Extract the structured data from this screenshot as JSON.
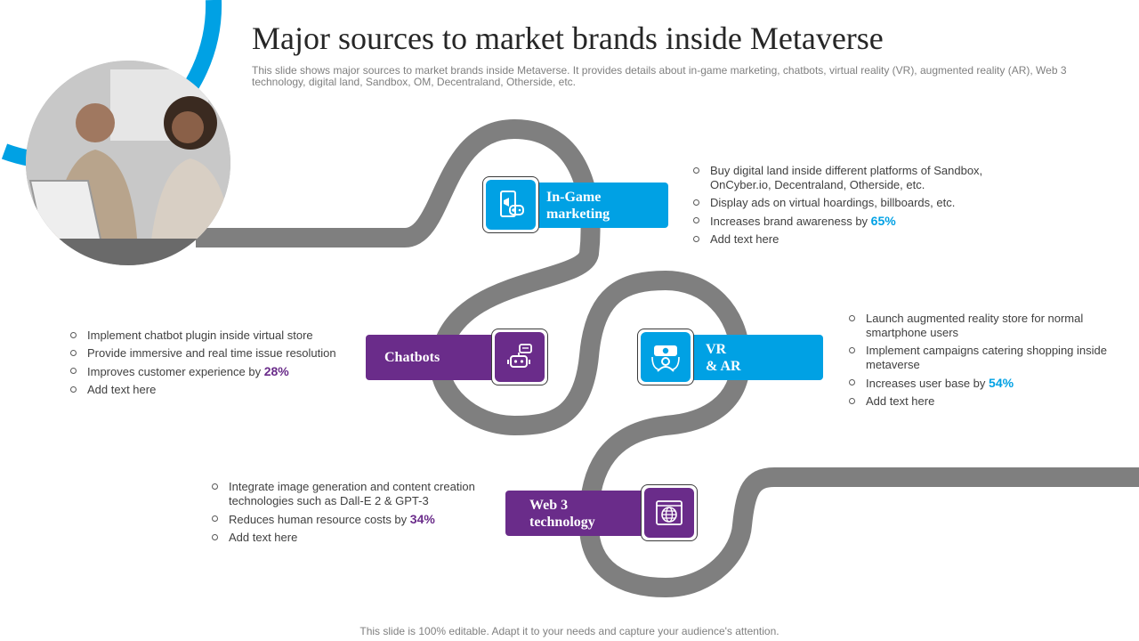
{
  "header": {
    "title": "Major sources to market brands inside Metaverse",
    "subtitle": "This slide shows major sources to market brands inside Metaverse. It provides details about in-game marketing, chatbots, virtual reality (VR),  augmented reality (AR), Web 3 technology, digital land, Sandbox, OM,  Decentraland, Otherside, etc."
  },
  "colors": {
    "blue": "#00a1e4",
    "purple": "#6a2c8a",
    "road": "#7f7f7f"
  },
  "nodes": {
    "ingame": {
      "label_line1": "In-Game",
      "label_line2": "marketing",
      "icon": "game-marketing-icon",
      "bullets": {
        "b1": "Buy digital land inside different  platforms of Sandbox, OnCyber.io, Decentraland,  Otherside, etc.",
        "b2": "Display ads on virtual hoardings, billboards, etc.",
        "b3": "Increases brand awareness by ",
        "b3_value": "65%",
        "b4": "Add text here"
      }
    },
    "chatbots": {
      "label": "Chatbots",
      "icon": "robot-chat-icon",
      "bullets": {
        "b1": "Implement chatbot plugin inside virtual store",
        "b2": "Provide immersive and real time issue resolution",
        "b3": "Improves customer experience by ",
        "b3_value": "28%",
        "b4": "Add text here"
      }
    },
    "vrar": {
      "label_line1": "VR",
      "label_line2": "& AR",
      "icon": "vr-headset-icon",
      "bullets": {
        "b1": "Launch augmented reality store for normal smartphone users",
        "b2": "Implement campaigns catering shopping inside metaverse",
        "b3": "Increases user base by ",
        "b3_value": "54%",
        "b4": "Add text here"
      }
    },
    "web3": {
      "label_line1": "Web 3",
      "label_line2": "technology",
      "icon": "web-globe-icon",
      "bullets": {
        "b1": "Integrate image generation and content creation technologies such as Dall-E 2 & GPT-3",
        "b2": "Reduces human resource costs by ",
        "b2_value": "34%",
        "b3": "Add text here"
      }
    }
  },
  "footer": {
    "text": "This slide is 100% editable. Adapt it to your needs and capture your audience's attention."
  }
}
